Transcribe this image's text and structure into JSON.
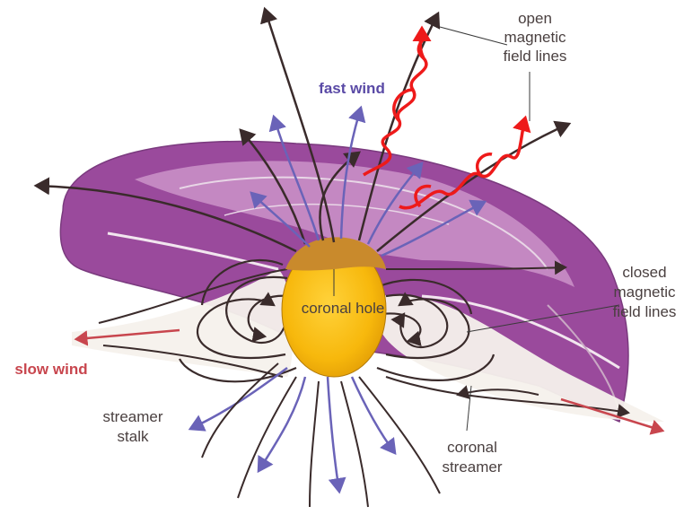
{
  "labels": {
    "open_lines": [
      "open",
      "magnetic",
      "field lines"
    ],
    "closed_lines": [
      "closed",
      "magnetic",
      "field lines"
    ],
    "fast_wind": "fast wind",
    "slow_wind": "slow wind",
    "coronal_hole": "coronal hole",
    "streamer_stalk": [
      "streamer",
      "stalk"
    ],
    "coronal_streamer": [
      "coronal",
      "streamer"
    ]
  },
  "colors": {
    "disk_purple": "#9a4a9c",
    "disk_light": "#c98fc6",
    "sun_yellow": "#f7b80c",
    "sun_cap": "#c98a2c",
    "field_dark": "#3a2b2b",
    "wind_blue": "#6a63b8",
    "slow_wind_red": "#c8464e",
    "wave_red": "#ee1a1a",
    "label_dark": "#4a4040",
    "label_purple": "#5a4aa6"
  }
}
